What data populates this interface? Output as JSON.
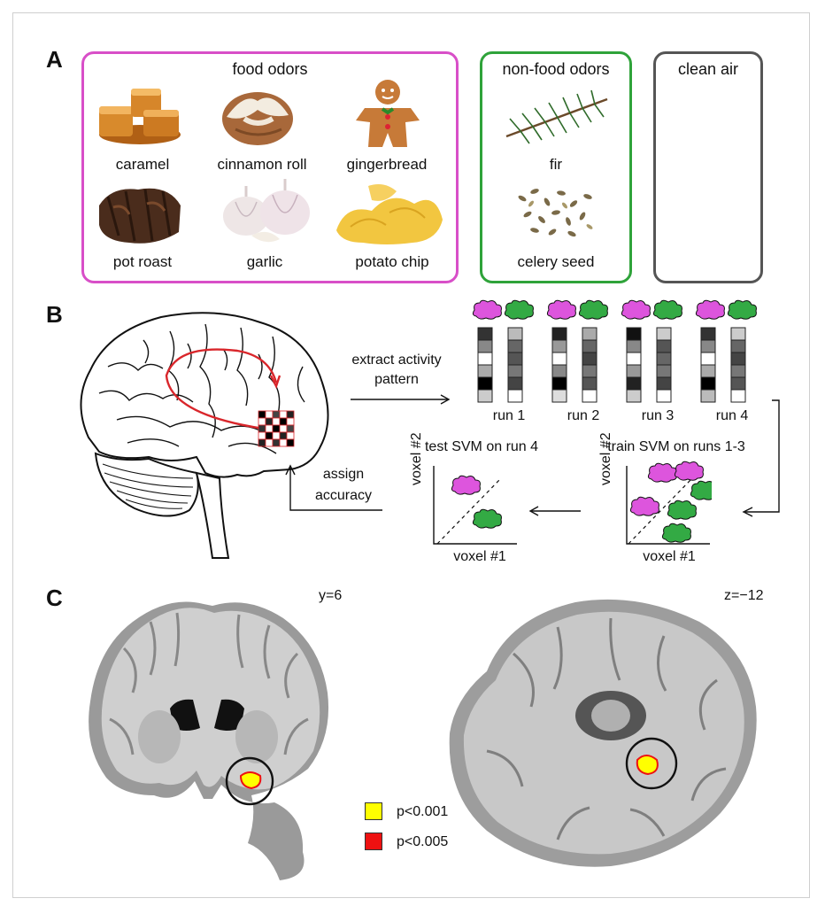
{
  "panels": {
    "a": "A",
    "b": "B",
    "c": "C"
  },
  "panel_a": {
    "food": {
      "title": "food odors",
      "items": [
        "caramel",
        "cinnamon roll",
        "gingerbread",
        "pot roast",
        "garlic",
        "potato chip"
      ]
    },
    "nonfood": {
      "title": "non-food odors",
      "items": [
        "fir",
        "celery seed"
      ]
    },
    "clean": {
      "title": "clean air"
    },
    "colors": {
      "food": "#d84fc8",
      "nonfood": "#2fa33a",
      "clean": "#555555"
    }
  },
  "panel_b": {
    "extract_label": "extract activity pattern",
    "extract_line1": "extract activity",
    "extract_line2": "pattern",
    "runs": [
      "run 1",
      "run 2",
      "run 3",
      "run 4"
    ],
    "train_title": "train SVM on runs 1-3",
    "test_title": "test SVM on run 4",
    "assign_line1": "assign",
    "assign_line2": "accuracy",
    "xaxis": "voxel #1",
    "yaxis": "voxel #2",
    "colors": {
      "food_cloud": "#dd55dd",
      "nonfood_cloud": "#33aa44",
      "arrow": "#d9262b"
    }
  },
  "panel_c": {
    "coronal_label": "y=6",
    "axial_label": "z=−12",
    "legend": [
      {
        "label": "p<0.001",
        "color": "#ffff00"
      },
      {
        "label": "p<0.005",
        "color": "#ee1111"
      }
    ]
  }
}
